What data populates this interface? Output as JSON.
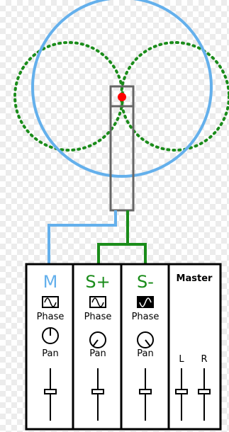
{
  "colors": {
    "omni": "#64b0ec",
    "figure8": "#1a8c1a",
    "capsule_dot": "#ff0000",
    "mixer_line": "#000000",
    "phase_inverted_fill": "#000000"
  },
  "channels": [
    {
      "label": "M",
      "color": "#64b0ec",
      "phase_label": "Phase",
      "phase_inverted": false,
      "pan_label": "Pan"
    },
    {
      "label": "S+",
      "color": "#1a8c1a",
      "phase_label": "Phase",
      "phase_inverted": false,
      "pan_label": "Pan"
    },
    {
      "label": "S-",
      "color": "#1a8c1a",
      "phase_label": "Phase",
      "phase_inverted": true,
      "pan_label": "Pan"
    }
  ],
  "master": {
    "label": "Master",
    "left_label": "L",
    "right_label": "R"
  },
  "icons": {
    "phase_normal": "sine-wave-icon",
    "phase_inverted": "inverted-sine-wave-icon",
    "pan_knob": "rotary-knob-icon",
    "fader": "fader-icon"
  }
}
